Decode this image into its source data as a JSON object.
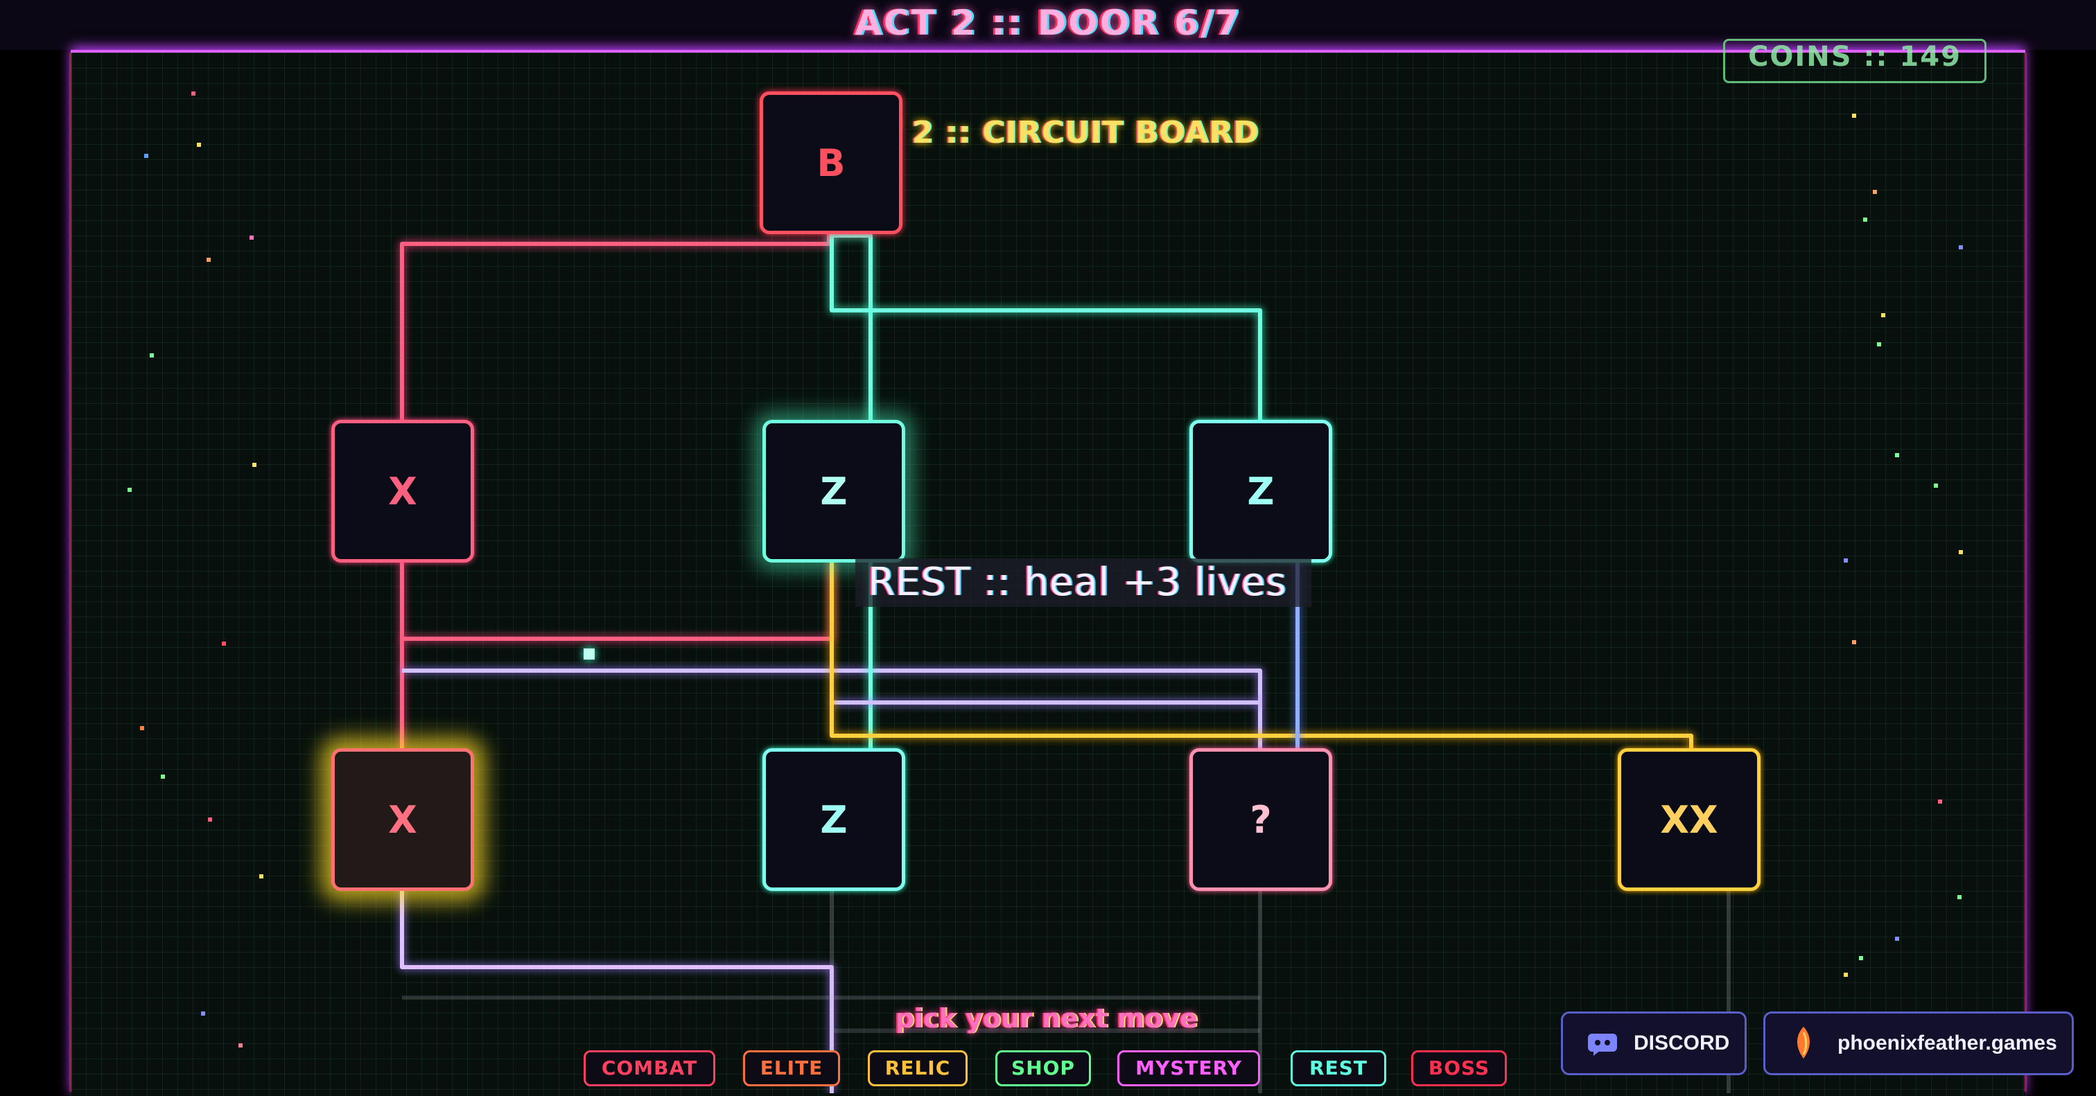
{
  "header": {
    "title": "ACT 2 :: DOOR 6/7"
  },
  "hud": {
    "coins": "COINS :: 149"
  },
  "map": {
    "subtitle": "ACT 2 :: CIRCUIT BOARD"
  },
  "nodes": [
    {
      "id": "boss",
      "label": "B",
      "color": "#ff5060"
    },
    {
      "id": "r1c1",
      "label": "X",
      "color": "#ff6080"
    },
    {
      "id": "r1c2",
      "label": "Z",
      "color": "#70ffe0"
    },
    {
      "id": "r1c3",
      "label": "Z",
      "color": "#80fff0"
    },
    {
      "id": "r2c1",
      "label": "X",
      "color": "#ff7070"
    },
    {
      "id": "r2c2",
      "label": "Z",
      "color": "#80fff0"
    },
    {
      "id": "r2c3",
      "label": "?",
      "color": "#ff90b0"
    },
    {
      "id": "r2c4",
      "label": "XX",
      "color": "#ffd040"
    }
  ],
  "tooltip": {
    "text": "REST :: heal +3 lives"
  },
  "footer": {
    "prompt": "pick your next move"
  },
  "legend": [
    {
      "label": "COMBAT",
      "color": "#ff4060"
    },
    {
      "label": "ELITE",
      "color": "#ff7040"
    },
    {
      "label": "RELIC",
      "color": "#ffc040"
    },
    {
      "label": "SHOP",
      "color": "#60ff90"
    },
    {
      "label": "MYSTERY",
      "color": "#ff60ff"
    },
    {
      "label": "REST",
      "color": "#60ffe0"
    },
    {
      "label": "BOSS",
      "color": "#ff3050"
    }
  ],
  "links": {
    "discord": "DISCORD",
    "site": "phoenixfeather.games"
  }
}
